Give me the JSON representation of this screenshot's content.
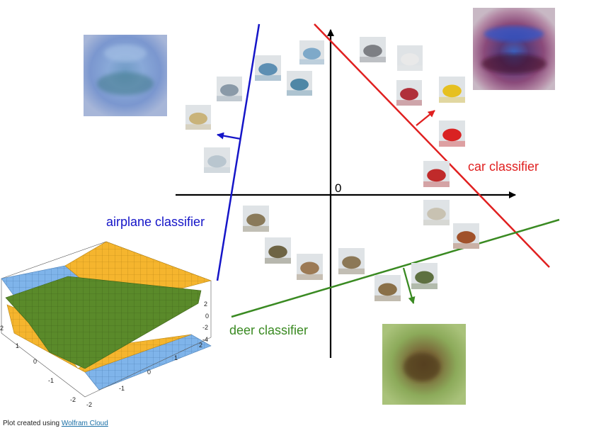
{
  "diagram": {
    "origin_label": "0",
    "classifiers": [
      {
        "id": "car",
        "label": "car classifier",
        "color": "#e02020"
      },
      {
        "id": "airplane",
        "label": "airplane classifier",
        "color": "#1515c8"
      },
      {
        "id": "deer",
        "label": "deer classifier",
        "color": "#3a8a22"
      }
    ],
    "templates": [
      {
        "id": "airplane",
        "icon": "airplane-template-blur"
      },
      {
        "id": "car",
        "icon": "car-template-blur"
      },
      {
        "id": "deer",
        "icon": "deer-template-blur"
      }
    ],
    "thumbnails": [
      {
        "subject": "ship",
        "color": "#7ea9c9"
      },
      {
        "subject": "ship",
        "color": "#5d8fb3"
      },
      {
        "subject": "ship",
        "color": "#4f87a6"
      },
      {
        "subject": "airplane",
        "color": "#8a9aa8"
      },
      {
        "subject": "airplane",
        "color": "#c9b37a"
      },
      {
        "subject": "airplane",
        "color": "#b9c6cf"
      },
      {
        "subject": "car",
        "color": "#7d7f84"
      },
      {
        "subject": "car",
        "color": "#e9e9e9"
      },
      {
        "subject": "car",
        "color": "#b0303a"
      },
      {
        "subject": "car",
        "color": "#e6c020"
      },
      {
        "subject": "car",
        "color": "#d92222"
      },
      {
        "subject": "truck",
        "color": "#c02a2a"
      },
      {
        "subject": "bird",
        "color": "#c8c2b2"
      },
      {
        "subject": "bird",
        "color": "#a0512a"
      },
      {
        "subject": "frog",
        "color": "#8a7a5a"
      },
      {
        "subject": "frog",
        "color": "#6e6444"
      },
      {
        "subject": "frog",
        "color": "#9c7a55"
      },
      {
        "subject": "bird",
        "color": "#8c7856"
      },
      {
        "subject": "deer",
        "color": "#8a7048"
      },
      {
        "subject": "deer",
        "color": "#5e7040"
      }
    ],
    "surface_plot": {
      "colors": {
        "orange": "#f5b52e",
        "blue": "#7fb4ea",
        "green": "#5a8a2a"
      },
      "z_ticks": [
        "2",
        "0",
        "-2",
        "-4"
      ],
      "left_ticks": [
        "2",
        "1",
        "0",
        "-1",
        "-2"
      ],
      "bottom_ticks": [
        "-2",
        "-1",
        "0",
        "1",
        "2"
      ]
    }
  },
  "footer": {
    "prefix": "Plot created using ",
    "link_text": "Wolfram Cloud"
  }
}
